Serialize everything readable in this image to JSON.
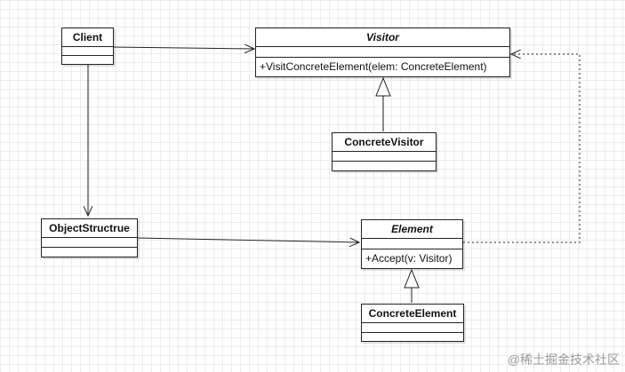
{
  "classes": {
    "client": {
      "name": "Client",
      "operations": []
    },
    "visitor": {
      "name": "Visitor",
      "abstract": true,
      "operations": [
        "+VisitConcreteElement(elem: ConcreteElement)"
      ]
    },
    "concrete_visitor": {
      "name": "ConcreteVisitor",
      "operations": []
    },
    "object_structure": {
      "name": "ObjectStructrue",
      "operations": []
    },
    "element": {
      "name": "Element",
      "abstract": true,
      "operations": [
        "+Accept(v: Visitor)"
      ]
    },
    "concrete_element": {
      "name": "ConcreteElement",
      "operations": []
    }
  },
  "relations": [
    {
      "from": "client",
      "to": "visitor",
      "type": "association"
    },
    {
      "from": "client",
      "to": "object_structure",
      "type": "association"
    },
    {
      "from": "object_structure",
      "to": "element",
      "type": "association"
    },
    {
      "from": "concrete_visitor",
      "to": "visitor",
      "type": "generalization"
    },
    {
      "from": "concrete_element",
      "to": "element",
      "type": "generalization"
    },
    {
      "from": "element",
      "to": "visitor",
      "type": "dependency"
    }
  ],
  "watermark": "@稀土掘金技术社区",
  "colors": {
    "line": "#222222",
    "grid": "#ececec",
    "background": "#ffffff",
    "watermark": "#9a9a9a"
  }
}
